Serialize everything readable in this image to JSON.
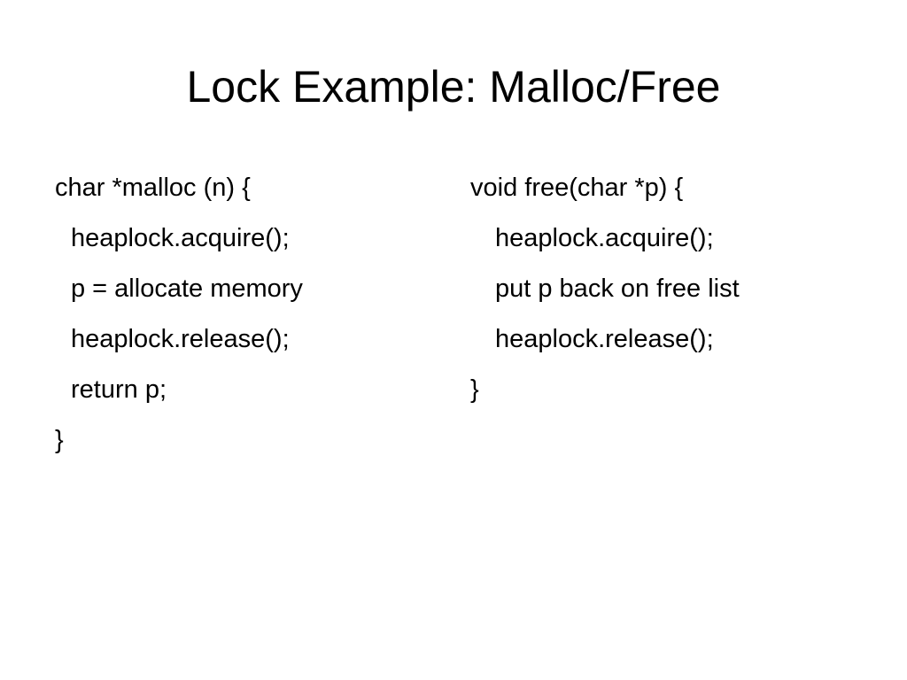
{
  "slide": {
    "title": "Lock Example: Malloc/Free",
    "malloc_code": [
      "char *malloc (n) {",
      "heaplock.acquire();",
      "p = allocate memory",
      "heaplock.release();",
      "return p;",
      "}"
    ],
    "free_code": [
      "void free(char *p) {",
      "heaplock.acquire();",
      "put p back on free list",
      "heaplock.release();",
      "}"
    ]
  }
}
